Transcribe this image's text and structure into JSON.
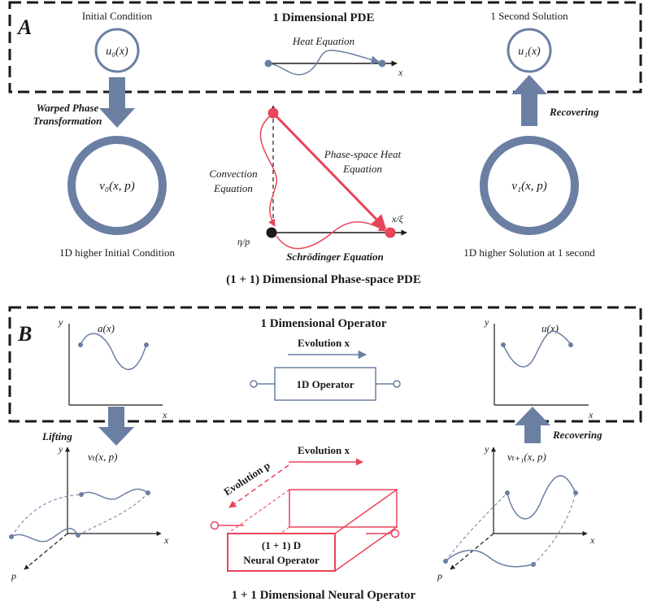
{
  "panel_a": {
    "letter": "A",
    "title": "1 Dimensional PDE",
    "initial_condition_label": "Initial Condition",
    "solution_label": "1 Second Solution",
    "u0": "u₀(x)",
    "u1": "u₁(x)",
    "heat_equation": "Heat Equation",
    "x_label": "x",
    "warped_line1": "Warped Phase",
    "warped_line2": "Transformation",
    "recovering": "Recovering",
    "v0": "v₀(x, p)",
    "v1": "v₁(x, p)",
    "left_caption": "1D higher Initial Condition",
    "right_caption": "1D higher Solution at 1 second",
    "convection_line1": "Convection",
    "convection_line2": "Equation",
    "phase_heat_line1": "Phase-space Heat",
    "phase_heat_line2": "Equation",
    "schrodinger": "Schrödinger Equation",
    "xi_label": "x/ξ",
    "eta_label": "η/p",
    "footer": "(1 + 1) Dimensional Phase-space PDE"
  },
  "panel_b": {
    "letter": "B",
    "title": "1 Dimensional Operator",
    "a_label": "a(x)",
    "u_label": "u(x)",
    "y_label": "y",
    "x_label": "x",
    "p_label": "p",
    "evolution_x": "Evolution x",
    "operator_1d": "1D Operator",
    "lifting": "Lifting",
    "recovering": "Recovering",
    "vt": "vₜ(x, p)",
    "vt1": "vₜ₊₁(x, p)",
    "evolution_x2": "Evolution x",
    "evolution_p": "Evolution p",
    "neural_line1": "(1 + 1) D",
    "neural_line2": "Neural Operator",
    "footer": "1 + 1 Dimensional Neural Operator"
  },
  "colors": {
    "steel_blue": "#6b7fa3",
    "red": "#e8445a",
    "dark": "#1a1a1a"
  }
}
